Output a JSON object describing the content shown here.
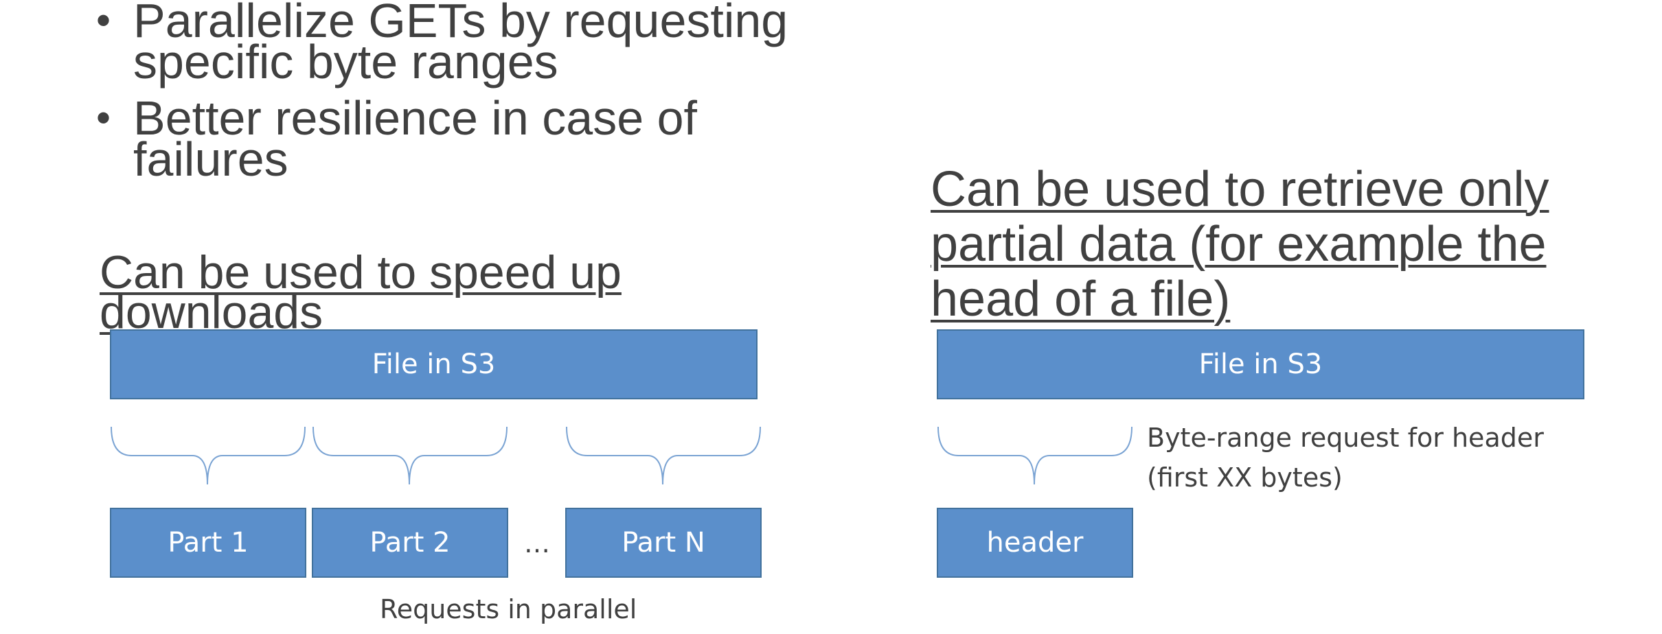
{
  "bullets": [
    {
      "text": "Parallelize GETs by requesting specific byte ranges"
    },
    {
      "text": "Better resilience in case of failures"
    }
  ],
  "left": {
    "heading": "Can be used to speed up downloads",
    "file_label": "File in S3",
    "parts": [
      "Part 1",
      "Part 2",
      "Part N"
    ],
    "ellipsis": "…",
    "caption": "Requests in parallel"
  },
  "right": {
    "heading": "Can be used to retrieve only partial data (for example the head of a file)",
    "file_label": "File in S3",
    "part": "header",
    "annotation_line1": "Byte-range request for header",
    "annotation_line2": "(first XX bytes)"
  },
  "colors": {
    "box_fill": "#5b8fcb",
    "box_border": "#41719c",
    "text": "#404040",
    "brace": "#7aa3d3"
  }
}
